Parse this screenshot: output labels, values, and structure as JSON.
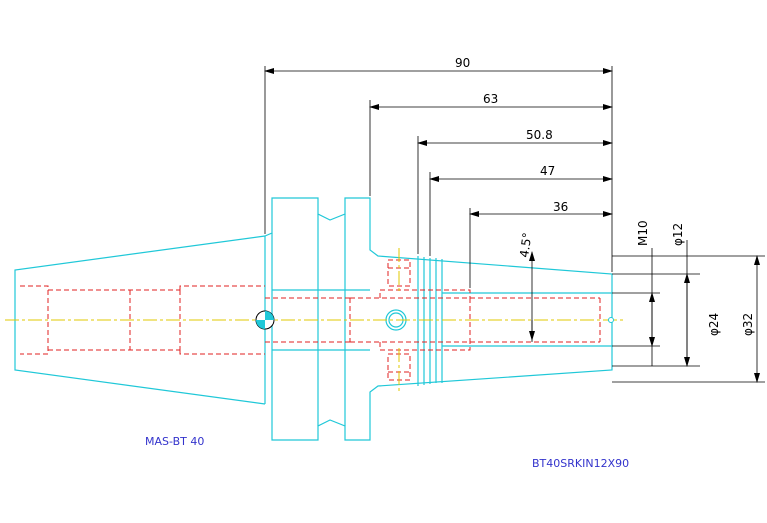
{
  "colors": {
    "outline": "#20c8d8",
    "hidden": "#e02020",
    "center": "#e0c800",
    "dimension": "#000000",
    "label": "#3333cc"
  },
  "dimensions": {
    "length_90": "90",
    "length_63": "63",
    "length_50_8": "50.8",
    "length_47": "47",
    "length_36": "36",
    "angle": "4.5°",
    "thread": "M10",
    "dia_12": "φ12",
    "dia_24": "φ24",
    "dia_32": "φ32"
  },
  "labels": {
    "taper_name": "MAS-BT 40",
    "part_number": "BT40SRKIN12X90"
  }
}
